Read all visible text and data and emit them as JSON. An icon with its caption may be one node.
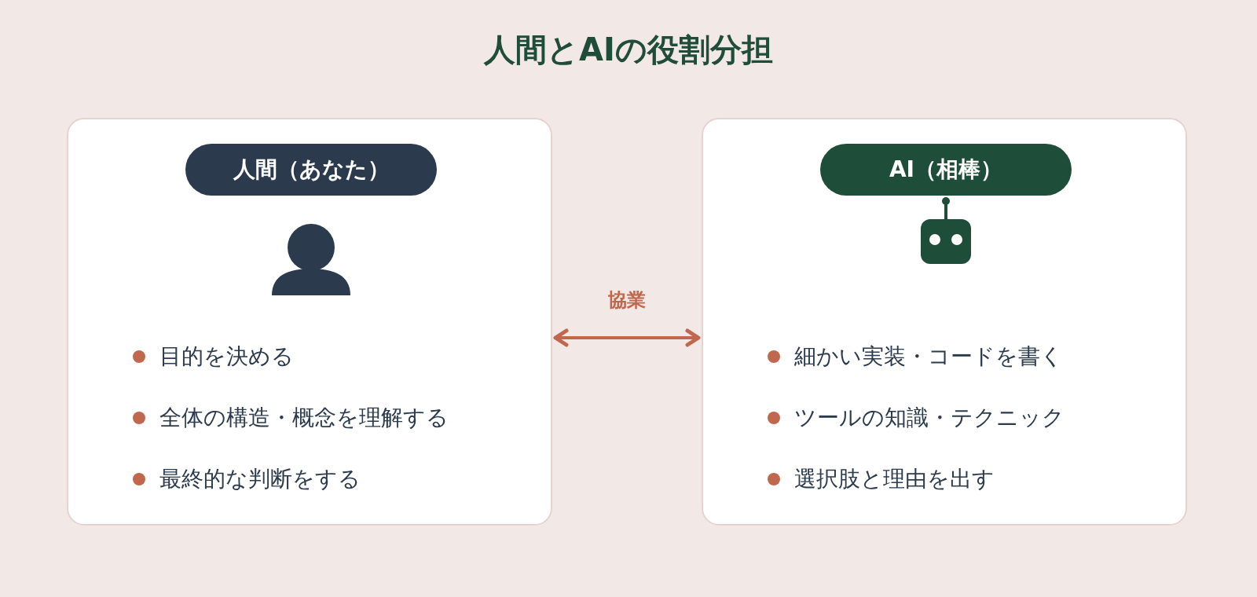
{
  "diagram": {
    "title": "人間とAIの役割分担",
    "nodes": [
      {
        "text": [
          "目的を決める",
          "全体の構造・概念を理解する",
          "最終的な判断をする"
        ]
      },
      {
        "text": [
          "人間（あなた）"
        ],
        "in": 0
      },
      {
        "text": [
          "細かい実装・コードを書く",
          "ツールの知識・テクニック",
          "選択肢と理由を出す"
        ]
      },
      {
        "text": [
          "AI（相棒）"
        ],
        "in": 2
      }
    ],
    "edges": [
      {
        "from": 0,
        "to": 2,
        "arrow": "both",
        "label": "協業"
      }
    ]
  }
}
